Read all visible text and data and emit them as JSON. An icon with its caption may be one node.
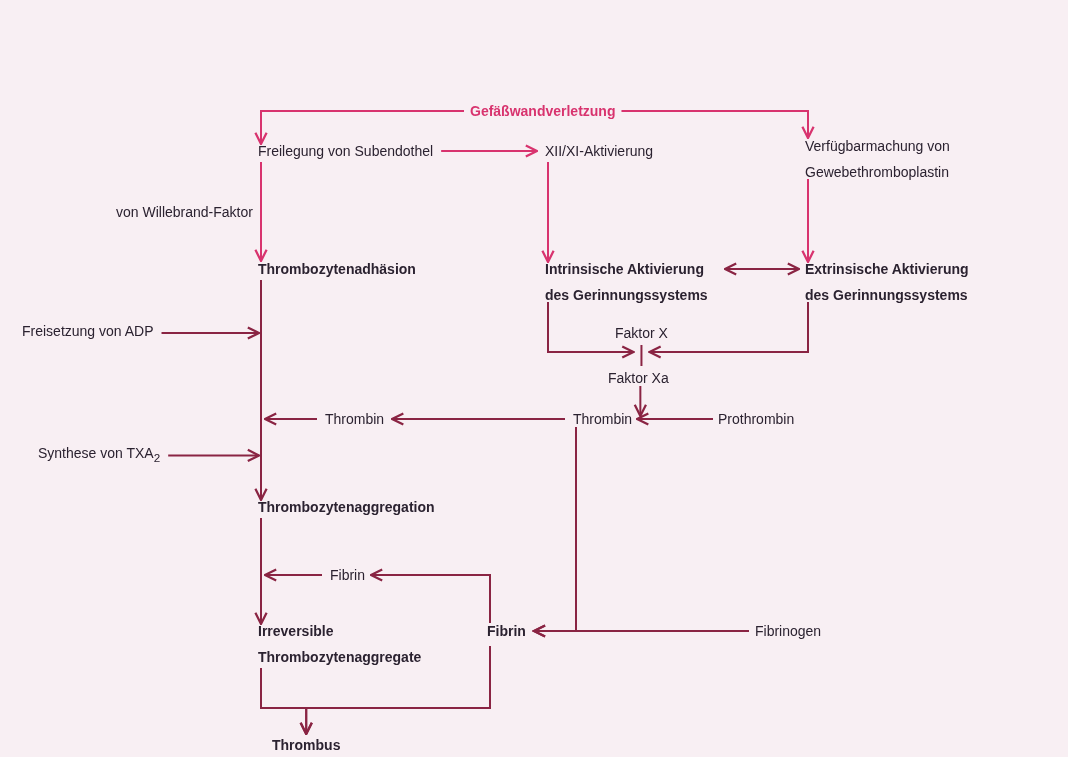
{
  "diagram": {
    "nodes": [
      {
        "text": [
          "Gefäßwandverletzung"
        ]
      },
      {
        "text": [
          "Freilegung von Subendothel"
        ]
      },
      {
        "text": [
          "XII/XI-Aktivierung"
        ]
      },
      {
        "text": [
          "Verfügbarmachung von Gewebethromboplastin"
        ]
      },
      {
        "text": [
          "Thrombozytenadhäsion"
        ]
      },
      {
        "text": [
          "Intrinsische Aktivierung des Gerinnungssystems"
        ]
      },
      {
        "text": [
          "Extrinsische Aktivierung des Gerinnungssystems"
        ]
      },
      {
        "text": [
          "Freisetzung von ADP"
        ]
      },
      {
        "text": [
          "Faktor X"
        ]
      },
      {
        "text": [
          "Faktor Xa"
        ]
      },
      {
        "text": [
          "Thrombin"
        ]
      },
      {
        "text": [
          "Thrombin"
        ]
      },
      {
        "text": [
          "Prothrombin"
        ]
      },
      {
        "text": [
          "Synthese von TXA$_{2}$"
        ]
      },
      {
        "text": [
          "Thrombozytenaggregation"
        ]
      },
      {
        "text": [
          "Fibrin"
        ]
      },
      {
        "text": [
          "Irreversible Thrombozytenaggregate"
        ]
      },
      {
        "text": [
          "Fibrin"
        ]
      },
      {
        "text": [
          "Fibrinogen"
        ]
      },
      {
        "text": [
          "Thrombus"
        ]
      }
    ],
    "edges": [
      {
        "from": 0,
        "to": 1,
        "arrow": "to",
        "color": "#d8336e"
      },
      {
        "from": 0,
        "to": 3,
        "arrow": "to",
        "color": "#d8336e"
      },
      {
        "from": 1,
        "to": 2,
        "arrow": "to",
        "color": "#d8336e"
      },
      {
        "from": 1,
        "to": 4,
        "arrow": "to",
        "color": "#d8336e",
        "label": "von Willebrand-Faktor"
      },
      {
        "from": 2,
        "to": 5,
        "arrow": "to",
        "color": "#d8336e"
      },
      {
        "from": 3,
        "to": 6,
        "arrow": "to",
        "color": "#d8336e"
      },
      {
        "from": 5,
        "to": 6,
        "arrow": "both"
      },
      {
        "from": 5,
        "to": 8,
        "arrow": "to"
      },
      {
        "from": 6,
        "to": 8,
        "arrow": "to"
      },
      {
        "from": 8,
        "to": 9,
        "arrow": "none"
      },
      {
        "from": 9,
        "to": 11,
        "arrow": "to"
      },
      {
        "from": 12,
        "to": 11,
        "arrow": "to"
      },
      {
        "from": 11,
        "to": 10,
        "arrow": "to"
      },
      {
        "from": 10,
        "to": null,
        "arrow": "to"
      },
      {
        "from": 7,
        "to": null,
        "arrow": "to"
      },
      {
        "from": 13,
        "to": null,
        "arrow": "to"
      },
      {
        "from": 4,
        "to": 14,
        "arrow": "to"
      },
      {
        "from": 11,
        "to": 17,
        "arrow": "to"
      },
      {
        "from": 18,
        "to": 17,
        "arrow": "to"
      },
      {
        "from": 17,
        "to": 15,
        "arrow": "to"
      },
      {
        "from": 15,
        "to": null,
        "arrow": "to"
      },
      {
        "from": 14,
        "to": 16,
        "arrow": "to"
      },
      {
        "from": 16,
        "to": 19,
        "arrow": "to"
      },
      {
        "from": 17,
        "to": 19,
        "arrow": "to"
      }
    ]
  }
}
